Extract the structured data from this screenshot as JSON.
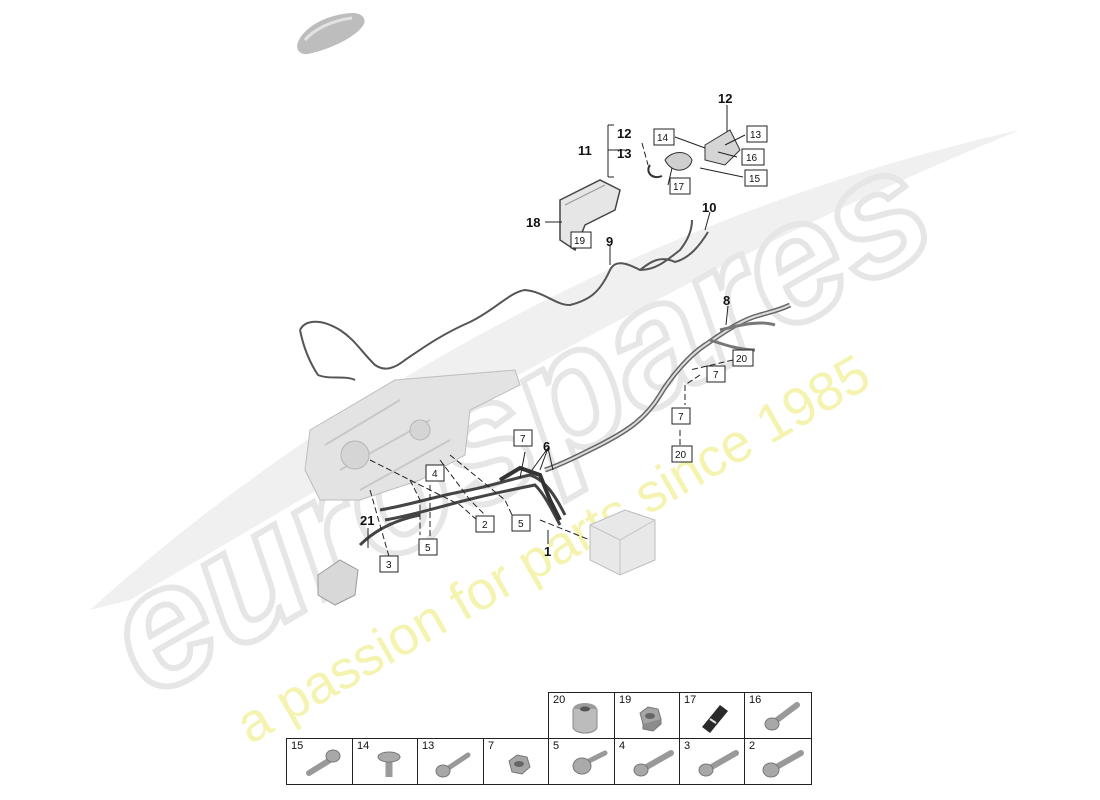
{
  "watermark": {
    "brand": "eurospares",
    "tagline": "a passion for parts since 1985",
    "brand_color": "#e9e9e9",
    "tagline_color": "#f4f3b8"
  },
  "callouts": {
    "c1": "1",
    "c6": "6",
    "c8": "8",
    "c9": "9",
    "c10": "10",
    "c11": "11",
    "c12_top": "12",
    "c12_br": "12",
    "c13_br": "13",
    "c18": "18",
    "c21": "21"
  },
  "boxed": {
    "b2": "2",
    "b3": "3",
    "b4": "4",
    "b5a": "5",
    "b5b": "5",
    "b7a": "7",
    "b7b": "7",
    "b7c": "7",
    "b13": "13",
    "b14": "14",
    "b15": "15",
    "b16": "16",
    "b17": "17",
    "b19": "19",
    "b20a": "20",
    "b20b": "20"
  },
  "fasteners": {
    "top_row": [
      "20",
      "19",
      "17",
      "16"
    ],
    "bottom_row": [
      "15",
      "14",
      "13",
      "7",
      "5",
      "4",
      "3",
      "2"
    ]
  },
  "icons": {
    "car": "car-silhouette-icon",
    "transmission": "transmission-housing-icon",
    "control_unit": "control-unit-icon"
  }
}
